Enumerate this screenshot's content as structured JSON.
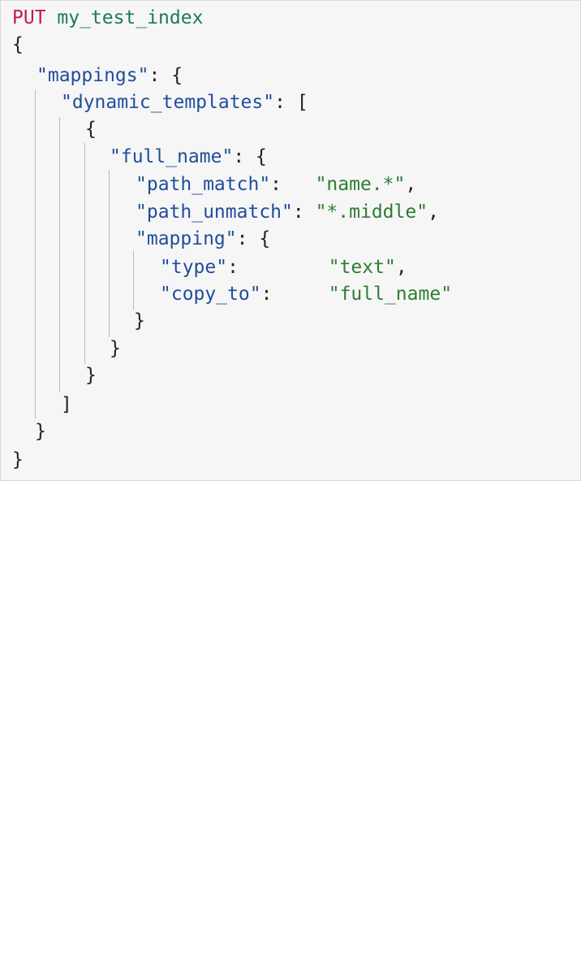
{
  "request": {
    "method": "PUT",
    "index_name": "my_test_index"
  },
  "code": {
    "open_brace": "{",
    "mappings_key": "\"mappings\"",
    "dynamic_templates_key": "\"dynamic_templates\"",
    "array_open": "[",
    "template_open": "{",
    "full_name_key": "\"full_name\"",
    "path_match_key": "\"path_match\"",
    "path_match_value": "\"name.*\"",
    "path_unmatch_key": "\"path_unmatch\"",
    "path_unmatch_value": "\"*.middle\"",
    "mapping_key": "\"mapping\"",
    "type_key": "\"type\"",
    "type_value": "\"text\"",
    "copy_to_key": "\"copy_to\"",
    "copy_to_value": "\"full_name\"",
    "close_brace": "}",
    "array_close": "]"
  },
  "colors": {
    "method": "#c2185b",
    "index_name": "#1a7a5e",
    "keys": "#1f4e9c",
    "string_values": "#2e7d32",
    "background": "#f6f6f6"
  }
}
